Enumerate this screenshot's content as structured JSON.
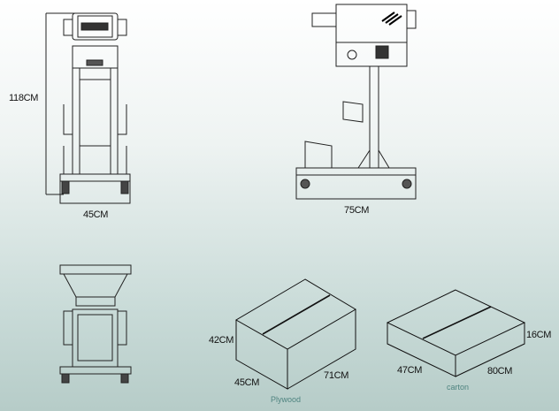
{
  "front_view": {
    "height_label": "118CM",
    "width_label": "45CM"
  },
  "side_view": {
    "width_label": "75CM"
  },
  "plywood_box": {
    "height_label": "42CM",
    "depth_label": "45CM",
    "length_label": "71CM",
    "caption": "Plywood"
  },
  "carton_box": {
    "height_label": "16CM",
    "depth_label": "47CM",
    "length_label": "80CM",
    "caption": "carton"
  },
  "colors": {
    "line": "#111111",
    "caption": "#4f8480"
  }
}
